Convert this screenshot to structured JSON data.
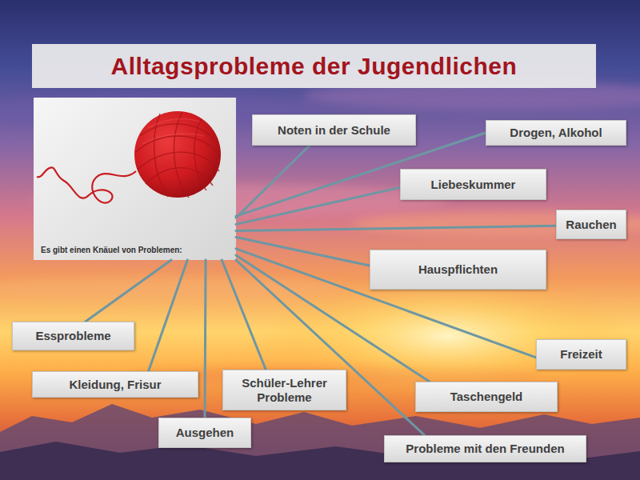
{
  "diagram": {
    "title": "Alltagsprobleme der Jugendlichen",
    "nodes": [
      {
        "text": [
          "Es gibt einen Knäuel von Problemen:"
        ]
      },
      {
        "text": [
          "Noten in der Schule"
        ]
      },
      {
        "text": [
          "Drogen, Alkohol"
        ]
      },
      {
        "text": [
          "Liebeskummer"
        ]
      },
      {
        "text": [
          "Rauchen"
        ]
      },
      {
        "text": [
          "Hauspflichten"
        ]
      },
      {
        "text": [
          "Essprobleme"
        ]
      },
      {
        "text": [
          "Freizeit"
        ]
      },
      {
        "text": [
          "Kleidung, Frisur"
        ]
      },
      {
        "text": [
          "Schüler-Lehrer Probleme"
        ]
      },
      {
        "text": [
          "Taschengeld"
        ]
      },
      {
        "text": [
          "Ausgehen"
        ]
      },
      {
        "text": [
          "Probleme mit den Freunden"
        ]
      }
    ],
    "edges": [
      {
        "from": 0,
        "to": 1,
        "arrow": "none"
      },
      {
        "from": 0,
        "to": 2,
        "arrow": "none"
      },
      {
        "from": 0,
        "to": 3,
        "arrow": "none"
      },
      {
        "from": 0,
        "to": 4,
        "arrow": "none"
      },
      {
        "from": 0,
        "to": 5,
        "arrow": "none"
      },
      {
        "from": 0,
        "to": 6,
        "arrow": "none"
      },
      {
        "from": 0,
        "to": 7,
        "arrow": "none"
      },
      {
        "from": 0,
        "to": 8,
        "arrow": "none"
      },
      {
        "from": 0,
        "to": 9,
        "arrow": "none"
      },
      {
        "from": 0,
        "to": 10,
        "arrow": "none"
      },
      {
        "from": 0,
        "to": 11,
        "arrow": "none"
      },
      {
        "from": 0,
        "to": 12,
        "arrow": "none"
      }
    ]
  }
}
